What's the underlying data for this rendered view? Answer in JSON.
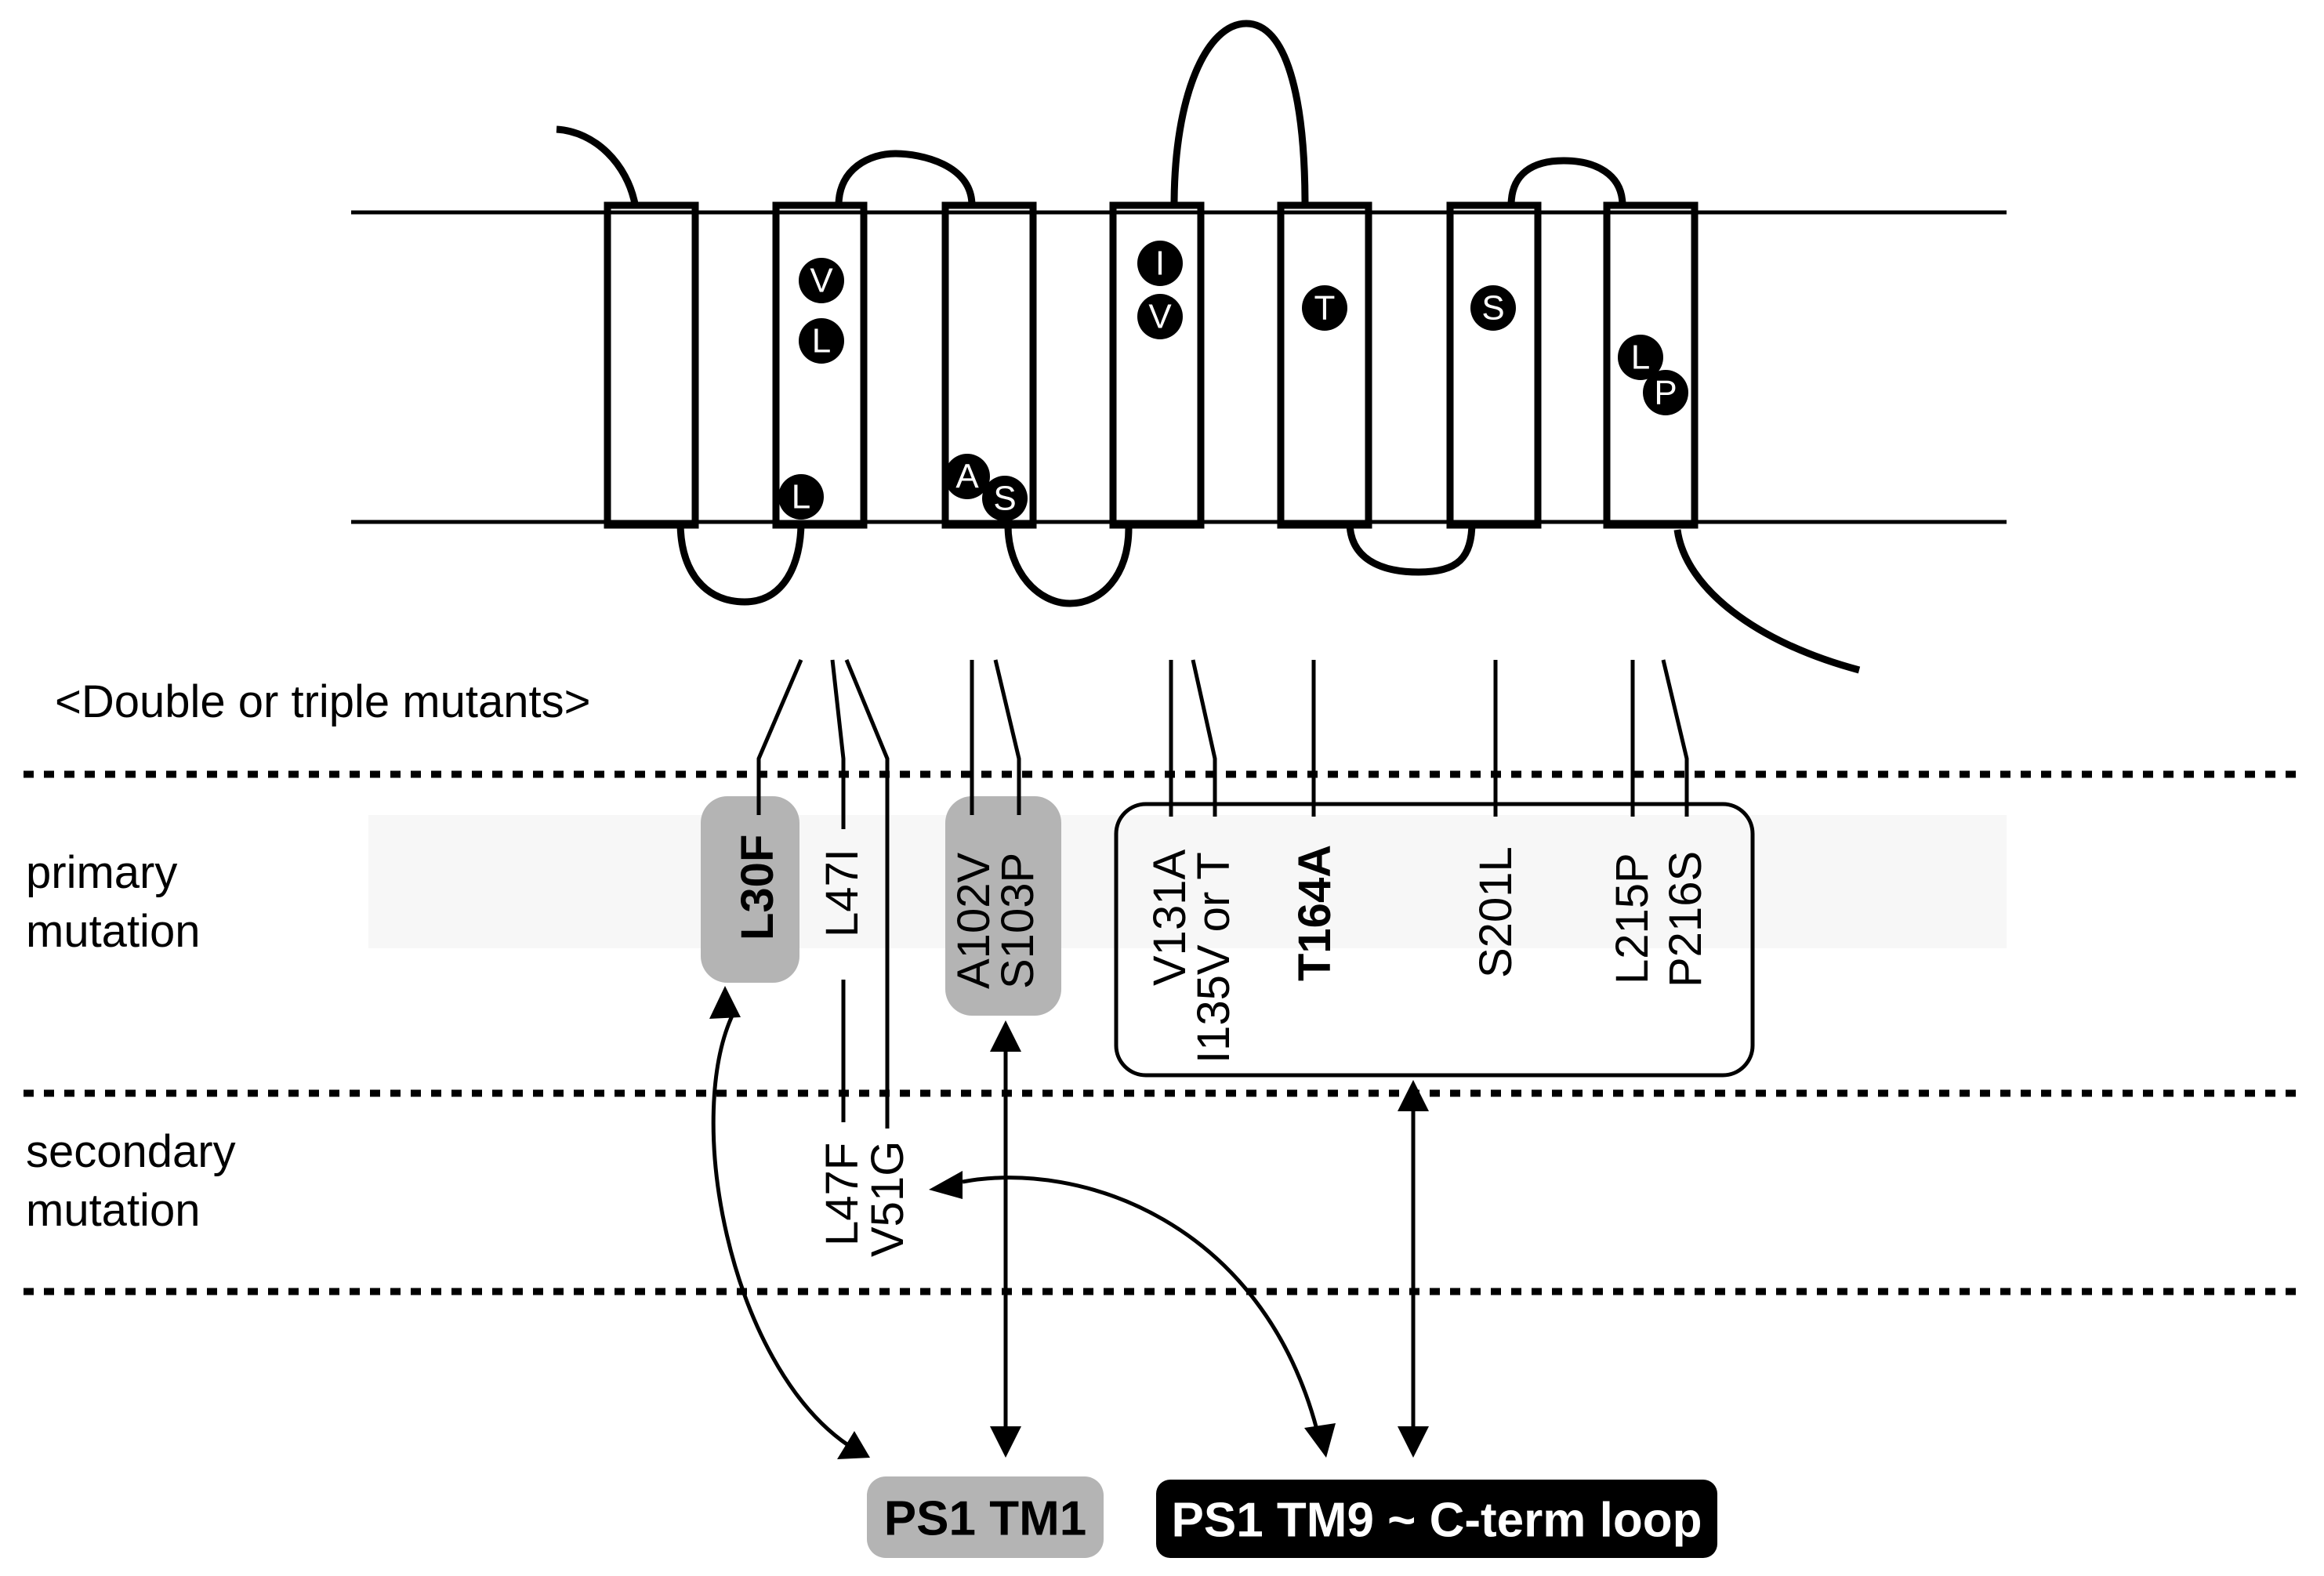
{
  "header": {
    "title": "<Double or triple mutants>"
  },
  "zones": {
    "primary": [
      "primary",
      "mutation"
    ],
    "secondary": [
      "secondary",
      "mutation"
    ]
  },
  "residues": [
    {
      "id": "res-v-tm2",
      "letter": "V"
    },
    {
      "id": "res-l-tm2-upper",
      "letter": "L"
    },
    {
      "id": "res-l-tm2-lower",
      "letter": "L"
    },
    {
      "id": "res-a-tm3",
      "letter": "A"
    },
    {
      "id": "res-s-tm3",
      "letter": "S"
    },
    {
      "id": "res-i-tm4",
      "letter": "I"
    },
    {
      "id": "res-v-tm4",
      "letter": "V"
    },
    {
      "id": "res-t-tm5",
      "letter": "T"
    },
    {
      "id": "res-s-tm6",
      "letter": "S"
    },
    {
      "id": "res-l-tm7",
      "letter": "L"
    },
    {
      "id": "res-p-tm7",
      "letter": "P"
    }
  ],
  "primary_mutations": [
    {
      "id": "l30f",
      "label": "L30F",
      "bold": true
    },
    {
      "id": "l47i",
      "label": "L47I",
      "bold": false
    },
    {
      "id": "a102v",
      "label": "A102V",
      "bold": false
    },
    {
      "id": "s103p",
      "label": "S103P",
      "bold": false
    },
    {
      "id": "v131a",
      "label": "V131A",
      "bold": false
    },
    {
      "id": "i135v",
      "label": "I135V or T",
      "bold": false
    },
    {
      "id": "t164a",
      "label": "T164A",
      "bold": true
    },
    {
      "id": "s201l",
      "label": "S201L",
      "bold": false
    },
    {
      "id": "l215p",
      "label": "L215P",
      "bold": false
    },
    {
      "id": "p216s",
      "label": "P216S",
      "bold": false
    }
  ],
  "secondary_mutations": [
    {
      "id": "l47f",
      "label": "L47F"
    },
    {
      "id": "v51g",
      "label": "V51G"
    }
  ],
  "targets": {
    "tm1": "PS1 TM1",
    "tm9": "PS1 TM9 ~ C-term loop"
  },
  "colors": {
    "helix_fill": "#d3d3d3",
    "grey_box": "#b4b4b4",
    "black_box": "#000000",
    "band": "#f7f7f7"
  }
}
